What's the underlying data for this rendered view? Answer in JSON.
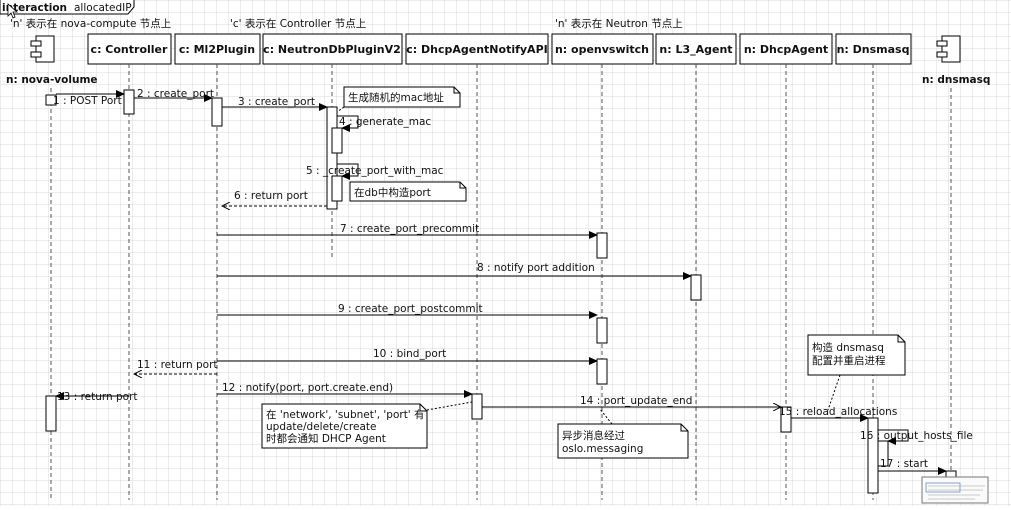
{
  "frame": {
    "keyword": "interaction",
    "name": "allocatedIP"
  },
  "headings": [
    "'n' 表示在 nova-compute 节点上",
    "'c' 表示在 Controller 节点上",
    "'n' 表示在 Neutron 节点上"
  ],
  "lifelines": [
    {
      "id": "nova",
      "label": "n: nova-volume",
      "kind": "component"
    },
    {
      "id": "controller",
      "label": "c: Controller",
      "kind": "box"
    },
    {
      "id": "ml2",
      "label": "c: Ml2Plugin",
      "kind": "box"
    },
    {
      "id": "neutrondb",
      "label": "c: NeutronDbPluginV2",
      "kind": "box"
    },
    {
      "id": "dhcpnotify",
      "label": "c: DhcpAgentNotifyAPI",
      "kind": "box"
    },
    {
      "id": "ovs",
      "label": "n: openvswitch",
      "kind": "box"
    },
    {
      "id": "l3",
      "label": "n: L3_Agent",
      "kind": "box"
    },
    {
      "id": "dhcpagent",
      "label": "n: DhcpAgent",
      "kind": "box"
    },
    {
      "id": "dnsmasqobj",
      "label": "n: Dnsmasq",
      "kind": "box"
    },
    {
      "id": "dnsmasq",
      "label": "n: dnsmasq",
      "kind": "component"
    }
  ],
  "messages": [
    {
      "label": "1 : POST Port"
    },
    {
      "label": "2 : create_port"
    },
    {
      "label": "3 : create_port"
    },
    {
      "label": "4 : generate_mac"
    },
    {
      "label": "5 : _create_port_with_mac"
    },
    {
      "label": "6 : return port"
    },
    {
      "label": "7 : create_port_precommit"
    },
    {
      "label": "8 : notify port addition"
    },
    {
      "label": "9 : create_port_postcommit"
    },
    {
      "label": "10 : bind_port"
    },
    {
      "label": "11 : return port"
    },
    {
      "label": "12 : notify(port, port.create.end)"
    },
    {
      "label": "13 : return port"
    },
    {
      "label": "14 : port_update_end"
    },
    {
      "label": "15 : reload_allocations"
    },
    {
      "label": "16 : output_hosts_file"
    },
    {
      "label": "17 : start"
    }
  ],
  "notes": [
    {
      "lines": [
        "生成随机的mac地址"
      ]
    },
    {
      "lines": [
        "在db中构造port"
      ]
    },
    {
      "lines": [
        "在 'network', 'subnet', 'port' 有",
        "update/delete/create",
        "时都会通知 DHCP Agent"
      ]
    },
    {
      "lines": [
        "异步消息经过",
        "oslo.messaging"
      ]
    },
    {
      "lines": [
        "构造 dnsmasq",
        "配置并重启进程"
      ]
    }
  ]
}
